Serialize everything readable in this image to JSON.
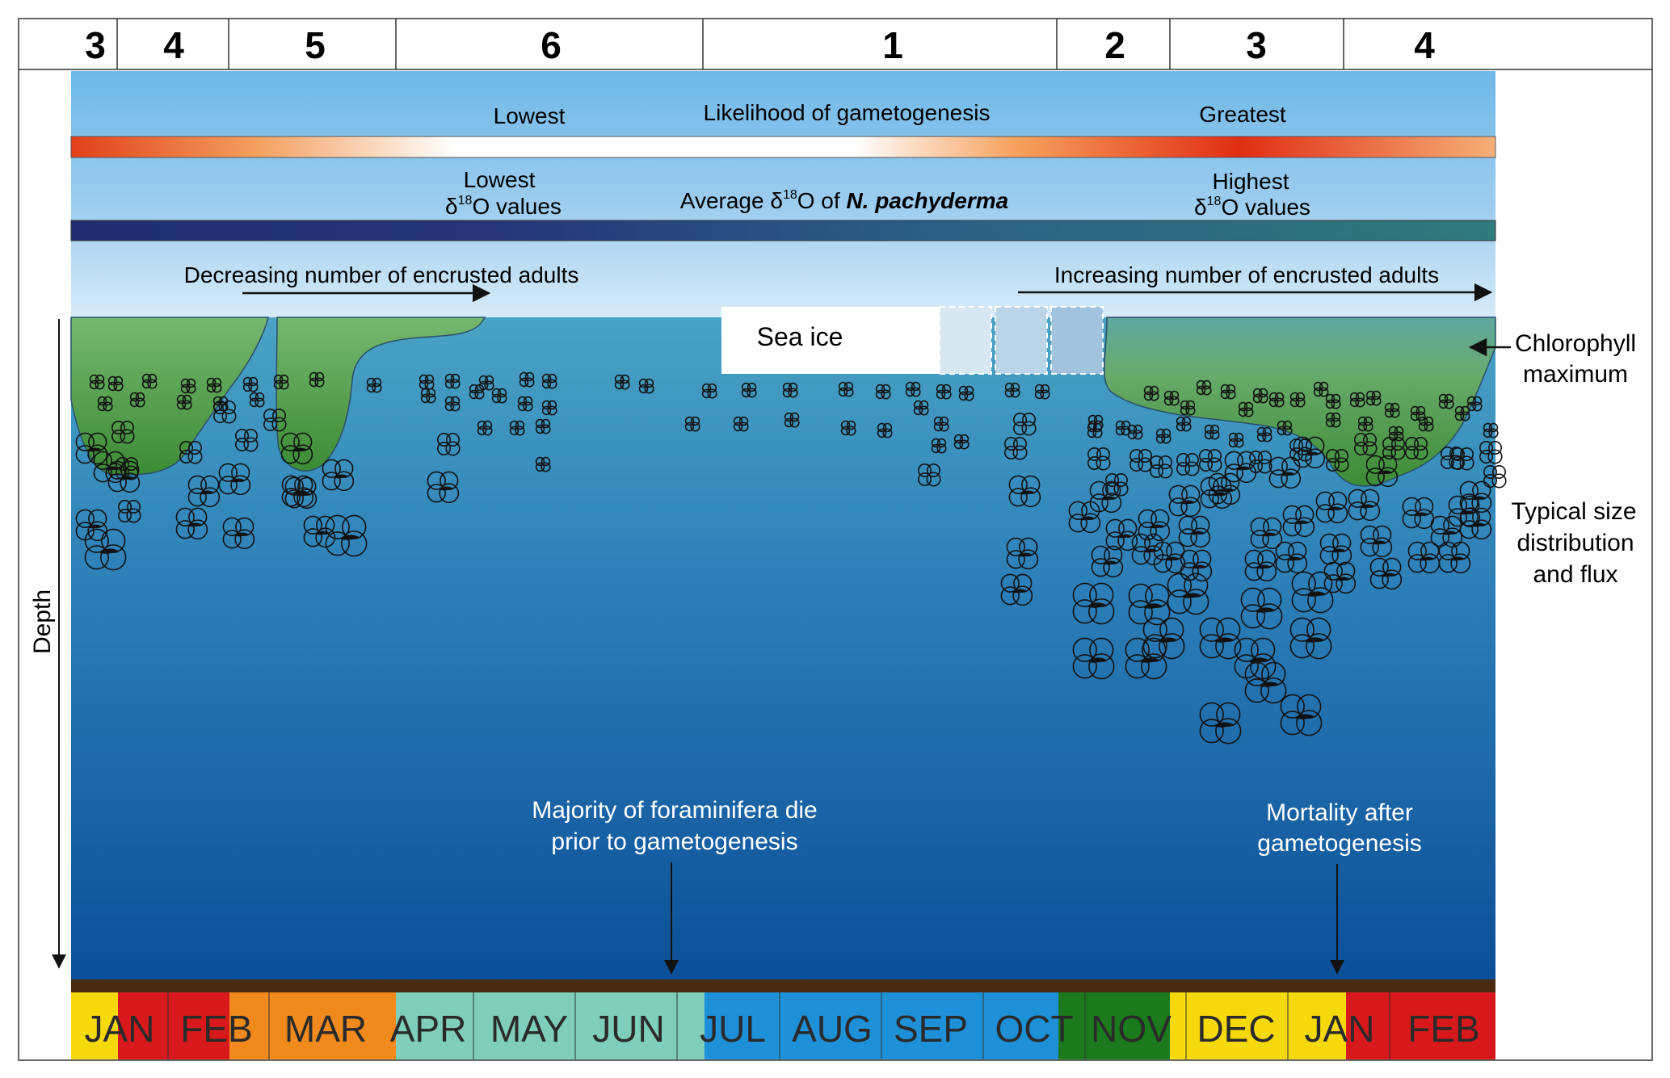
{
  "stages": [
    "3",
    "4",
    "5",
    "6",
    "1",
    "2",
    "3",
    "4"
  ],
  "gametogenesis": {
    "title": "Likelihood of gametogenesis",
    "low_label": "Lowest",
    "high_label": "Greatest"
  },
  "isotope": {
    "title_prefix": "Average δ",
    "title_sup": "18",
    "title_mid": "O of ",
    "title_species": "N. pachyderma",
    "low_line1": "Lowest",
    "low_line2_prefix": "δ",
    "low_line2_sup": "18",
    "low_line2_suffix": "O values",
    "high_line1": "Highest",
    "high_line2_prefix": "δ",
    "high_line2_sup": "18",
    "high_line2_suffix": "O values"
  },
  "adults": {
    "decreasing": "Decreasing number of encrusted adults",
    "increasing": "Increasing number of encrusted adults"
  },
  "sea_ice_label": "Sea ice",
  "right_labels": {
    "chlorophyll_line1": "Chlorophyll",
    "chlorophyll_line2": "maximum",
    "size_line1": "Typical size",
    "size_line2": "distribution",
    "size_line3": "and flux"
  },
  "depth_label": "Depth",
  "mortality": {
    "before_line1": "Majority of foraminifera die",
    "before_line2": "prior to gametogenesis",
    "after_line1": "Mortality after",
    "after_line2": "gametogenesis"
  },
  "months": [
    "JAN",
    "FEB",
    "MAR",
    "APR",
    "MAY",
    "JUN",
    "JUL",
    "AUG",
    "SEP",
    "OCT",
    "NOV",
    "DEC",
    "JAN",
    "FEB"
  ],
  "colors": {
    "summer_yellow": "#f5d90a",
    "winter_red": "#d7191c",
    "autumn_orange": "#f08a1c",
    "spring_teal": "#7fcdbb",
    "ocean_blue": "#1e90d8",
    "green": "#1b7a1b",
    "chlorophyll": "#3d8f34",
    "sediment": "#4a2a10"
  }
}
